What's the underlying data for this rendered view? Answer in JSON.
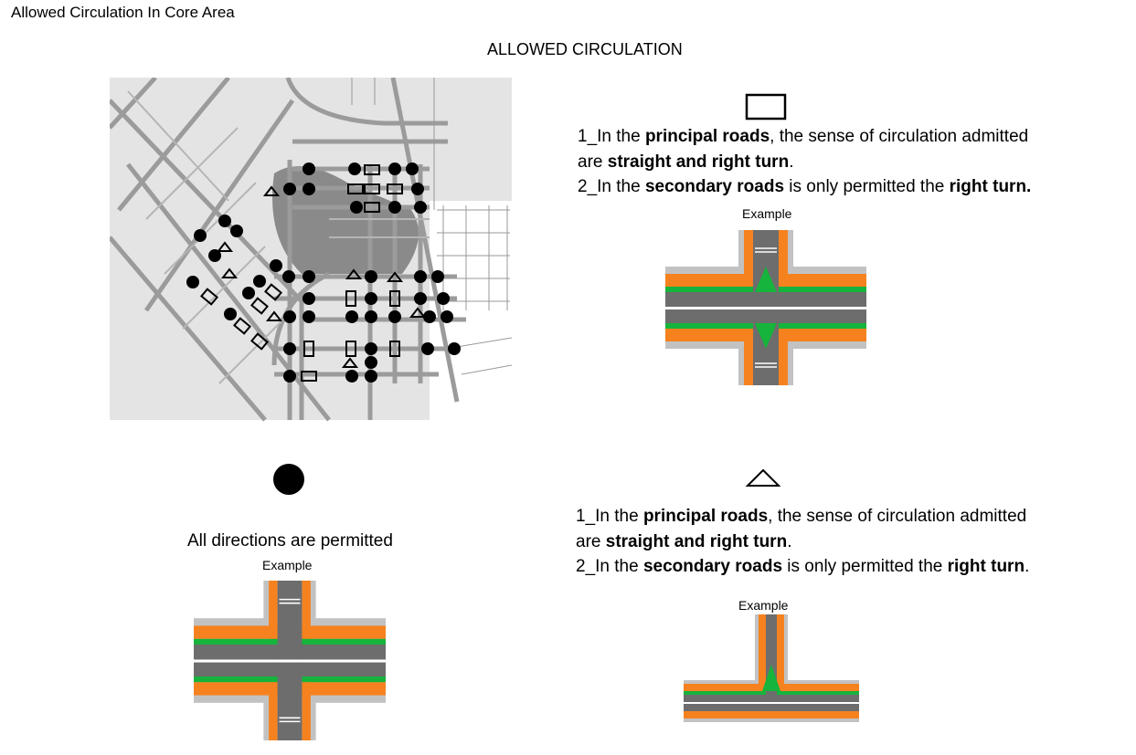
{
  "document_title": "Allowed Circulation In Core Area",
  "heading": "ALLOWED CIRCULATION",
  "legend": {
    "rectangle": {
      "symbol": "rectangle-icon",
      "rule1": {
        "prefix": "1_In the ",
        "bold1": "principal roads",
        "mid": ", the sense of circulation admitted",
        "line2_prefix": "are ",
        "bold2": "straight and right turn",
        "end": "."
      },
      "rule2": {
        "prefix": "2_In the ",
        "bold1": "secondary roads",
        "mid": " is only permitted the ",
        "bold2": "right turn."
      },
      "example_label": "Example"
    },
    "circle": {
      "symbol": "circle-icon",
      "caption": "All directions are permitted",
      "example_label": "Example"
    },
    "triangle": {
      "symbol": "triangle-icon",
      "rule1": {
        "prefix": "1_In the ",
        "bold1": "principal roads",
        "mid": ", the sense of circulation admitted",
        "line2_prefix": "are ",
        "bold2": "straight and right turn",
        "end": "."
      },
      "rule2": {
        "prefix": "2_In the ",
        "bold1": "secondary roads",
        "mid": " is only permitted the ",
        "bold2": "right turn",
        "end": "."
      },
      "example_label": "Example"
    }
  },
  "colors": {
    "bike_lane": "#f5821f",
    "green": "#16b43c",
    "road": "#6d6d6d",
    "sidewalk": "#c2c2c2"
  }
}
